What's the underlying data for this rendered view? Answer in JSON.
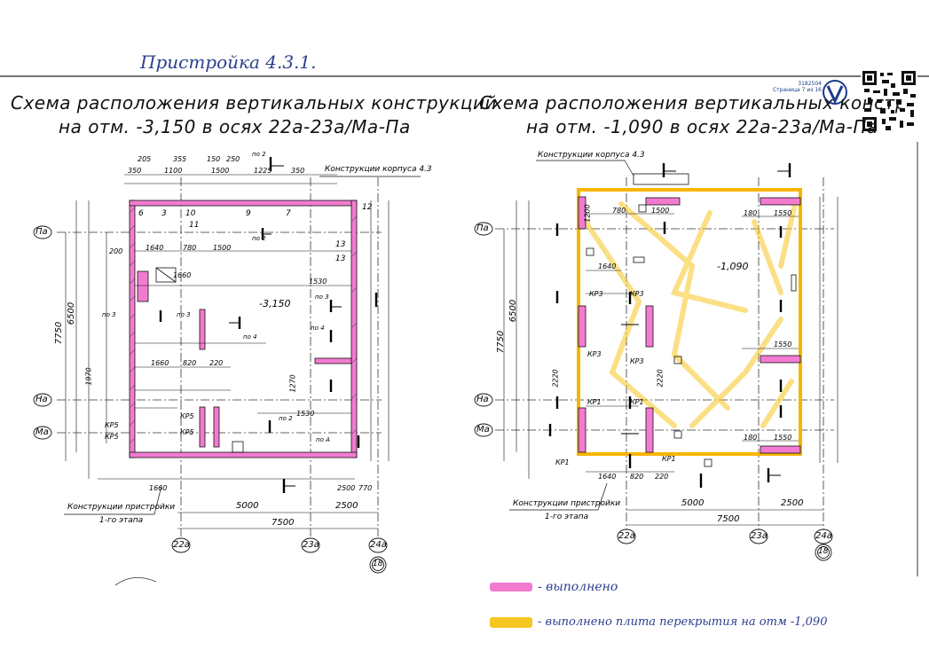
{
  "header_note": "Пристройка 4.3.1.",
  "stamp": {
    "doc_id": "3182504",
    "page": "Страница 7 из 16"
  },
  "left_plan": {
    "title_line1": "Схема расположения вертикальных конструкций",
    "title_line2": "на отм. -3,150 в осях 22а-23а/Ма-Па",
    "level_mark": "-3,150",
    "corpus_label": "Конструкции корпуса 4.3",
    "annex_label_1": "Конструкции пристройки",
    "annex_label_2": "1-го этапа",
    "axes_rows": [
      "Па",
      "На",
      "Ма"
    ],
    "axes_cols": [
      "22а",
      "23а",
      "24а"
    ],
    "sheet_ref": "18",
    "dim_total": "7500",
    "dim_left": "5000",
    "dim_right": "2500",
    "dim_height_1": "7750",
    "dim_height_2": "6500",
    "top_dims": [
      "205",
      "355",
      "150",
      "250",
      "350",
      "1100",
      "1500",
      "1225",
      "350"
    ],
    "marks": [
      "6",
      "3",
      "10",
      "11",
      "9",
      "7",
      "12",
      "13",
      "13"
    ],
    "kp": [
      "КР5",
      "КР5",
      "КР5",
      "КР5"
    ],
    "section_labels": [
      "по 2",
      "по 3",
      "по 3",
      "по 4",
      "по 3",
      "по 2",
      "по 2",
      "по А",
      "по 4"
    ],
    "dims_misc": [
      "1640",
      "780",
      "1500",
      "1660",
      "1660",
      "820",
      "220",
      "1530",
      "1530",
      "1970",
      "1270",
      "200",
      "2500",
      "1660",
      "770"
    ]
  },
  "right_plan": {
    "title_line1": "Схема расположения вертикальных конструкций",
    "title_line2": "на отм. -1,090 в осях 22а-23а/Ма-Па",
    "level_mark": "-1,090",
    "corpus_label": "Конструкции корпуса 4.3",
    "annex_label_1": "Конструкции пристройки",
    "annex_label_2": "1-го этапа",
    "axes_rows": [
      "Па",
      "На",
      "Ма"
    ],
    "axes_cols": [
      "22а",
      "23а",
      "24а"
    ],
    "sheet_ref": "18",
    "dim_total": "7500",
    "dim_left": "5000",
    "dim_right": "2500",
    "dim_height_1": "7750",
    "dim_height_2": "6500",
    "kp": [
      "КР3",
      "КР3",
      "КР3",
      "КР3",
      "КР1",
      "КР1",
      "КР1",
      "КР1"
    ],
    "dims_misc": [
      "780",
      "1500",
      "180",
      "1550",
      "1640",
      "1550",
      "1550",
      "1640",
      "820",
      "220",
      "180",
      "1200",
      "2220",
      "2220"
    ]
  },
  "legend": [
    {
      "color": "#f27bd0",
      "text": "- выполнено"
    },
    {
      "color": "#f8c623",
      "text": "- выполнено плита перекрытия на отм -1,090"
    }
  ],
  "colors": {
    "pink": "#e052b8",
    "yellow": "#f7b500",
    "ink": "#111111",
    "hand_ink": "#2b3f8f"
  }
}
